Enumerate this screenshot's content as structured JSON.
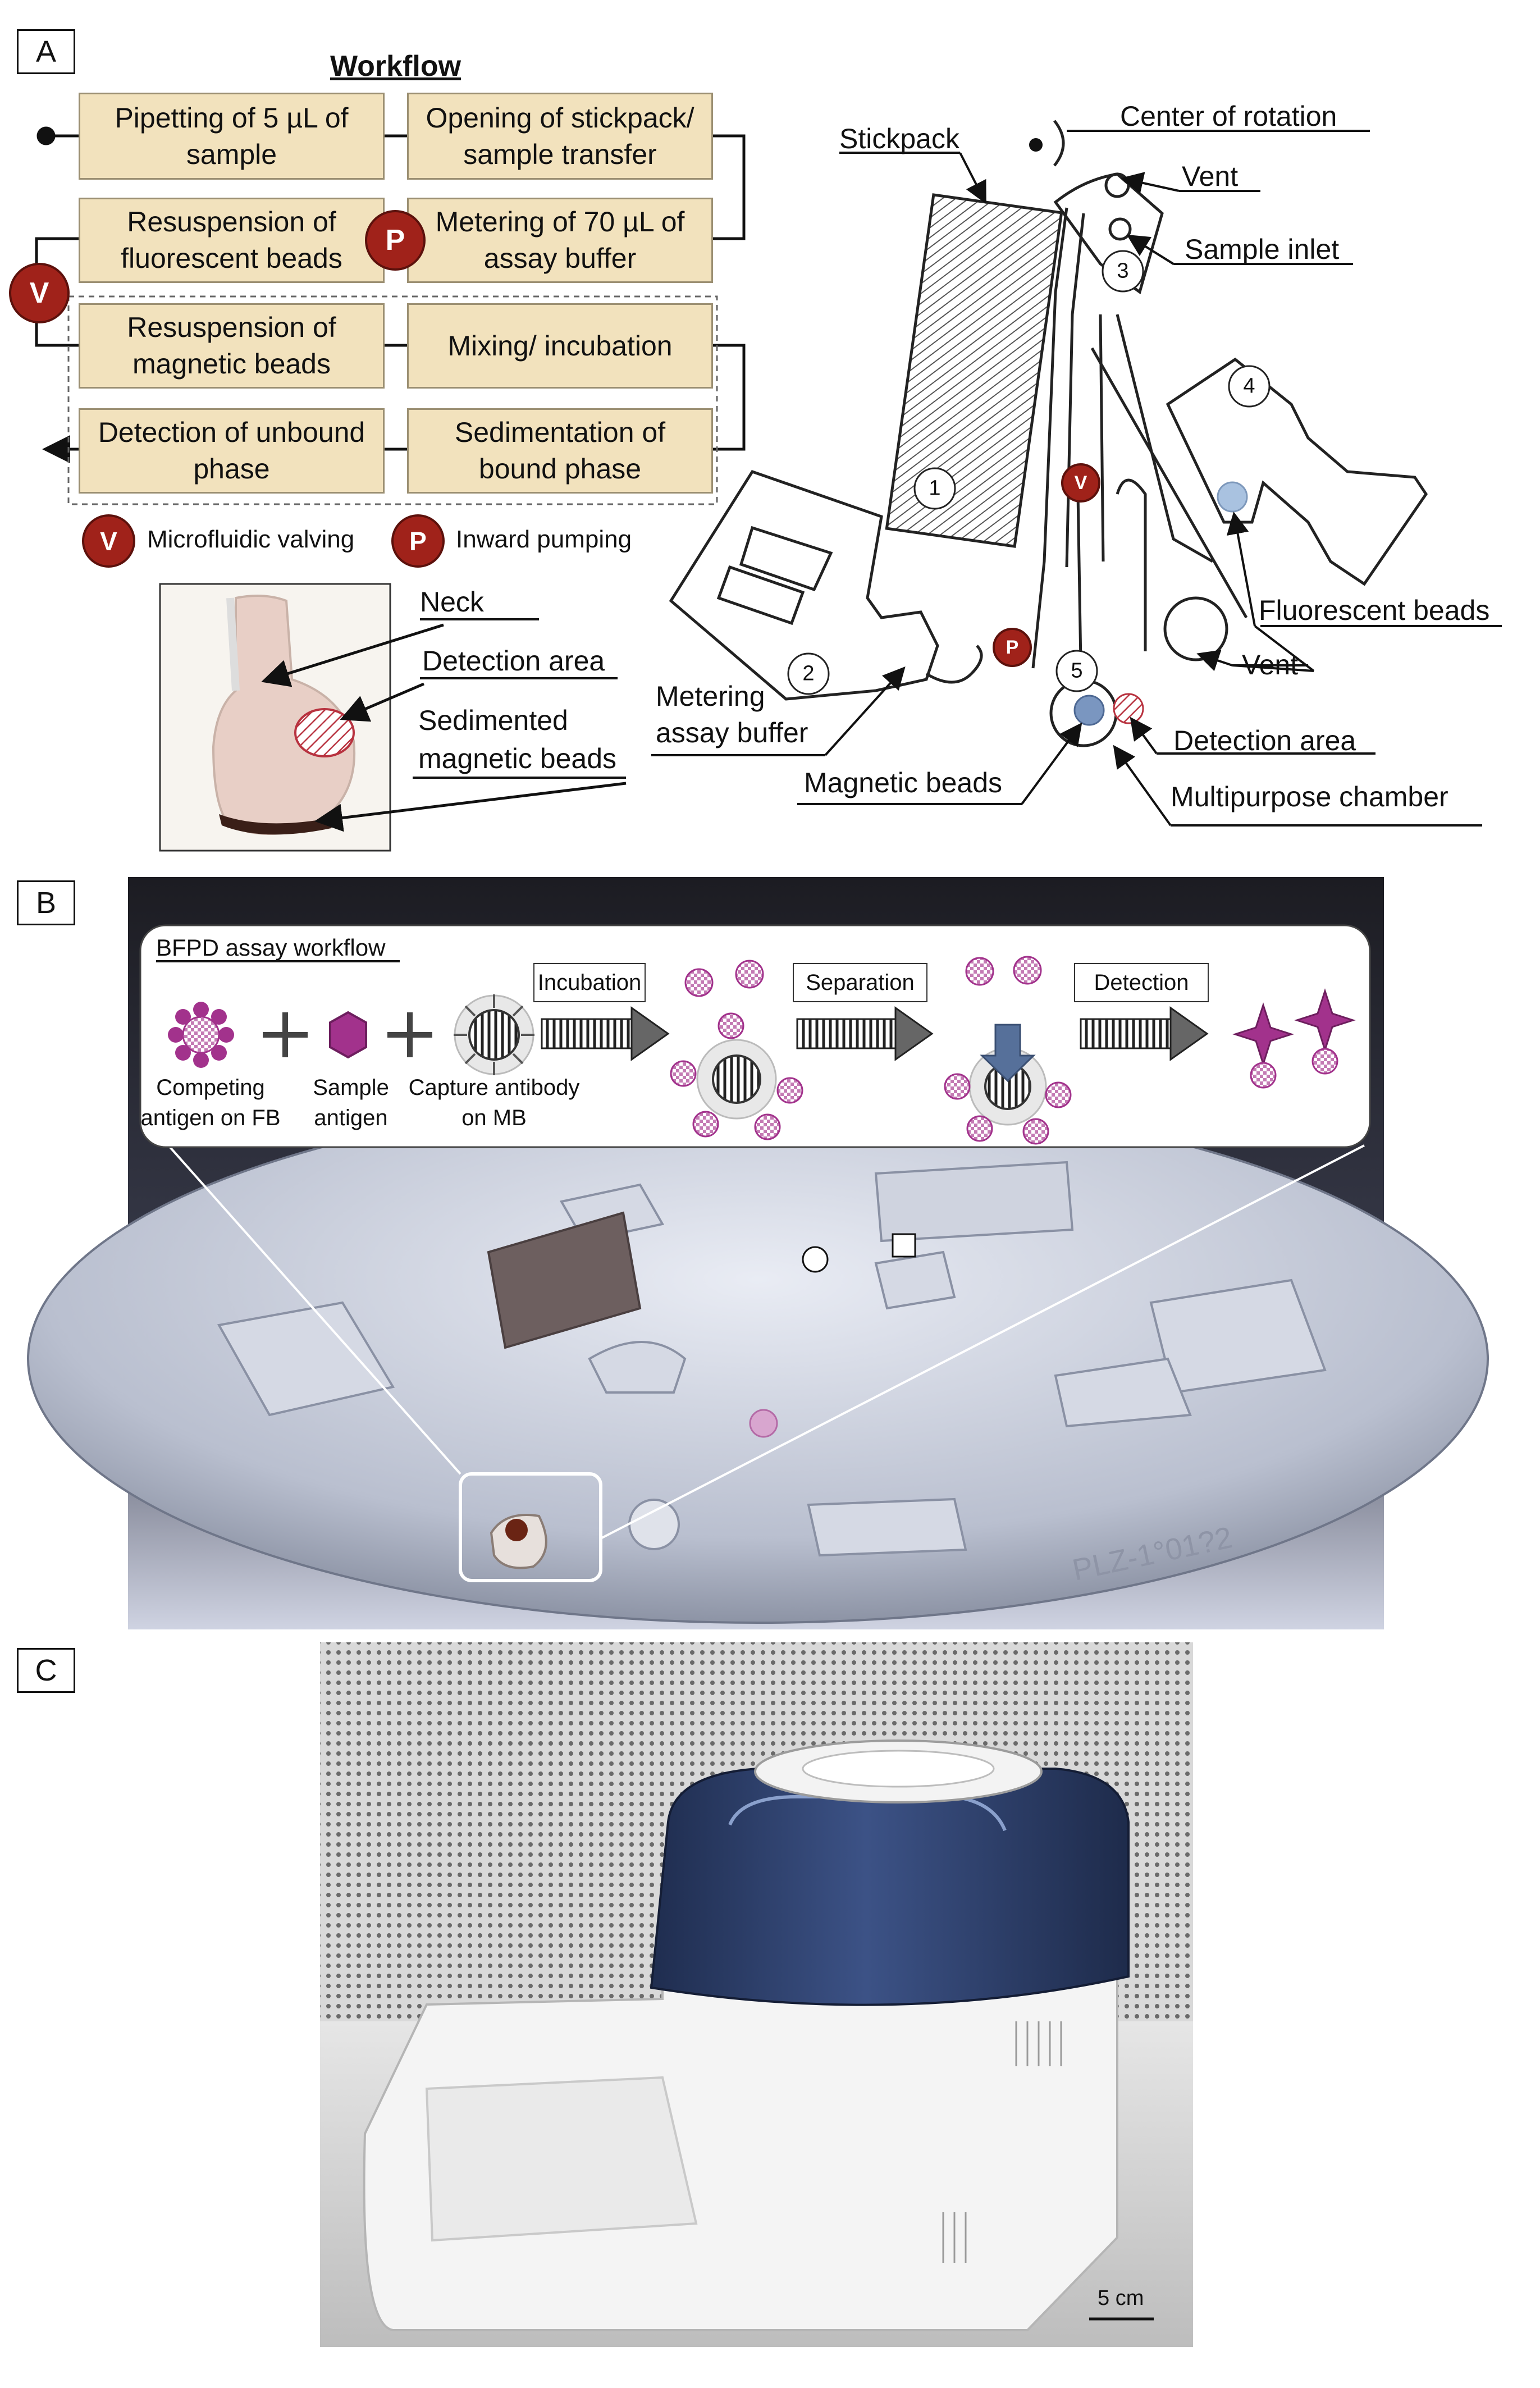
{
  "panels": {
    "a": "A",
    "b": "B",
    "c": "C"
  },
  "workflow": {
    "title": "Workflow",
    "steps": [
      "Pipetting of 5 µL of sample",
      "Opening of stickpack/ sample transfer",
      "Resuspension of fluorescent beads",
      "Metering of 70 µL of assay buffer",
      "Resuspension of magnetic beads",
      "Mixing/ incubation",
      "Detection of unbound phase",
      "Sedimentation of bound phase"
    ],
    "badges": {
      "v": "V",
      "p": "P"
    },
    "legend": {
      "valving": "Microfluidic valving",
      "pumping": "Inward pumping"
    }
  },
  "chamber_photo": {
    "labels": {
      "neck": "Neck",
      "detection": "Detection area",
      "sedimented": "Sedimented magnetic beads"
    }
  },
  "disk_schematic": {
    "labels": {
      "center": "Center of rotation",
      "stickpack": "Stickpack",
      "vent_top": "Vent",
      "sample_inlet": "Sample inlet",
      "fluorescent": "Fluorescent beads",
      "vent_bottom": "Vent",
      "metering": "Metering assay buffer",
      "detection": "Detection area",
      "magnetic": "Magnetic beads",
      "multipurpose": "Multipurpose chamber"
    },
    "chamber_numbers": [
      "1",
      "2",
      "3",
      "4",
      "5"
    ],
    "badges": {
      "v": "V",
      "p": "P"
    }
  },
  "bfpd": {
    "title": "BFPD assay workflow",
    "steps": {
      "incubation": "Incubation",
      "separation": "Separation",
      "detection": "Detection"
    },
    "labels": {
      "competing": "Competing antigen on FB",
      "sample": "Sample antigen",
      "capture": "Capture antibody on MB"
    },
    "disk_marking": "PLZ-1°01?2"
  },
  "device": {
    "scale_bar": "5 cm"
  },
  "colors": {
    "box_fill": "#f2e2bd",
    "badge": "#a0221a",
    "magenta": "#a2328c",
    "device_blue": "#2a3c64"
  }
}
